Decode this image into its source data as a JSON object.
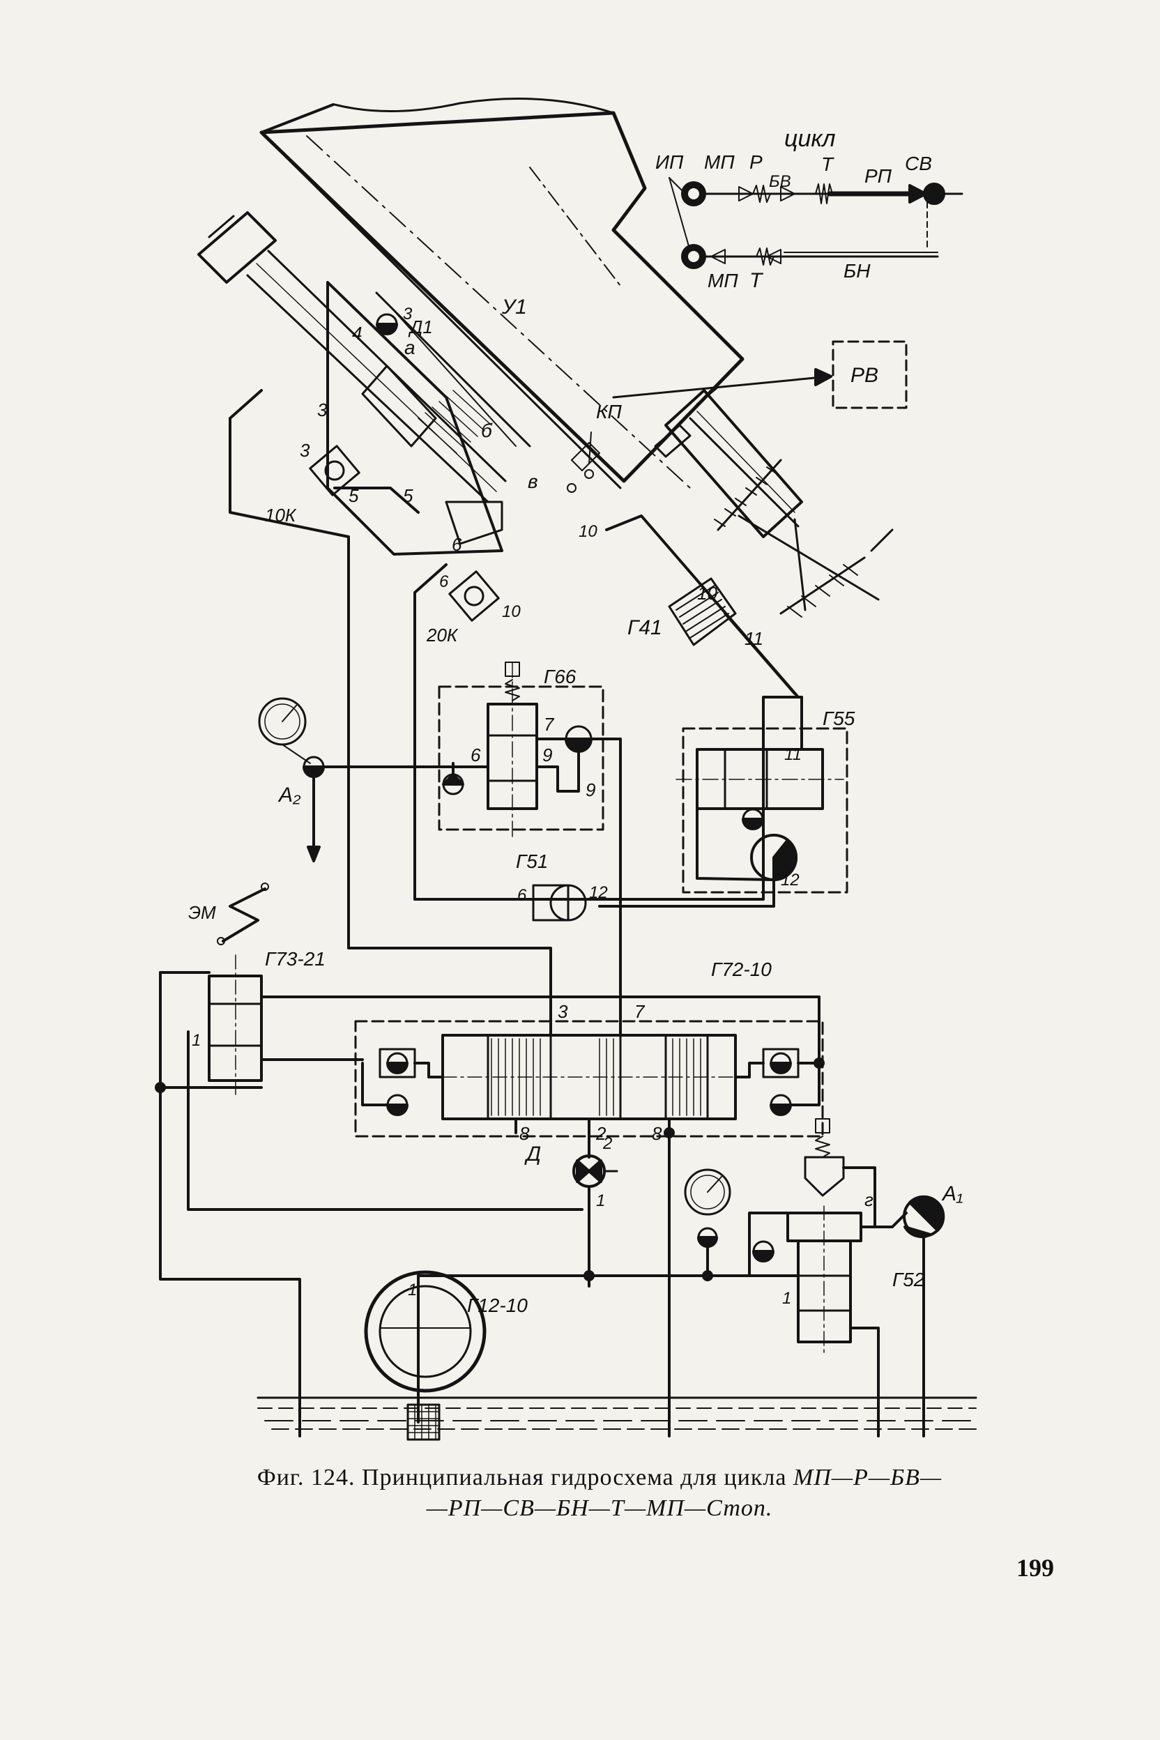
{
  "figure": {
    "labels": {
      "cycle": "цикл",
      "ip": "ИП",
      "mp": "МП",
      "p": "Р",
      "bv": "БВ",
      "t": "Т",
      "rp": "РП",
      "sv": "СВ",
      "mp2": "МП",
      "t2": "Т",
      "bn": "БН",
      "u1": "У1",
      "d1": "Д1",
      "n3a": "3",
      "n4": "4",
      "a": "а",
      "n3b": "3",
      "b": "б",
      "v": "в",
      "n3c": "3",
      "n5a": "5",
      "n5b": "5",
      "k10": "10К",
      "kp": "КП",
      "rv": "РВ",
      "n6a": "6",
      "n10a": "10",
      "n6b": "6",
      "n10b": "10",
      "k20": "20К",
      "n10c": "10",
      "g41": "Г41",
      "n11a": "11",
      "g66": "Г66",
      "n7a": "7",
      "n6c": "6",
      "n9a": "9",
      "n9b": "9",
      "g55": "Г55",
      "n11b": "11",
      "n12a": "12",
      "a2": "А₂",
      "g51": "Г51",
      "n6d": "6",
      "n12b": "12",
      "em": "ЭМ",
      "g7321": "Г73-21",
      "n1a": "1",
      "g7210": "Г72-10",
      "n3d": "3",
      "n7b": "7",
      "n8a": "8",
      "n2a": "2",
      "n8b": "8",
      "d": "Д",
      "n2b": "2",
      "n1b": "1",
      "a1": "А₁",
      "g": "г",
      "g52": "Г52",
      "n1c": "1",
      "n1d": "1",
      "g1210": "Г12-10"
    }
  },
  "caption": {
    "lead": "Фиг. 124. Принципиальная гидросхема для цикла",
    "cycle_line1": "МП—Р—БВ—",
    "cycle_line2": "—РП—СВ—БН—Т—МП—Стоп."
  },
  "page_number": "199"
}
